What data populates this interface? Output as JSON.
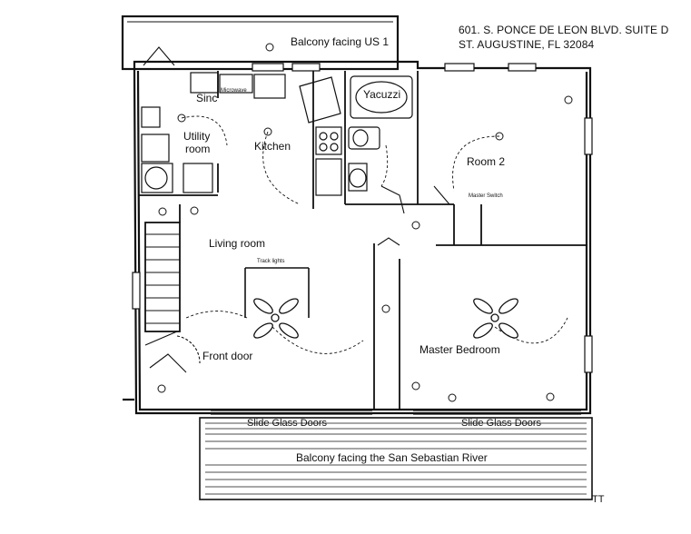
{
  "header": {
    "address_line1": "601. S. PONCE DE LEON BLVD. SUITE D",
    "address_line2": "ST. AUGUSTINE, FL 32084"
  },
  "rooms": {
    "balcony_top": "Balcony facing US 1",
    "yacuzzi": "Yacuzzi",
    "sink": "Sinc",
    "utility_line1": "Utility",
    "utility_line2": "room",
    "kitchen": "Kitchen",
    "room2": "Room 2",
    "living_room": "Living room",
    "master_bedroom": "Master Bedroom",
    "front_door": "Front door",
    "slide_doors_left": "Slide Glass Doors",
    "slide_doors_right": "Slide Glass Doors",
    "balcony_bottom": "Balcony facing the San Sebastian River"
  },
  "annotations": {
    "microwave": "Microwave",
    "track_lights": "Track lights",
    "master_switch": "Master Switch",
    "signature": "TT"
  }
}
